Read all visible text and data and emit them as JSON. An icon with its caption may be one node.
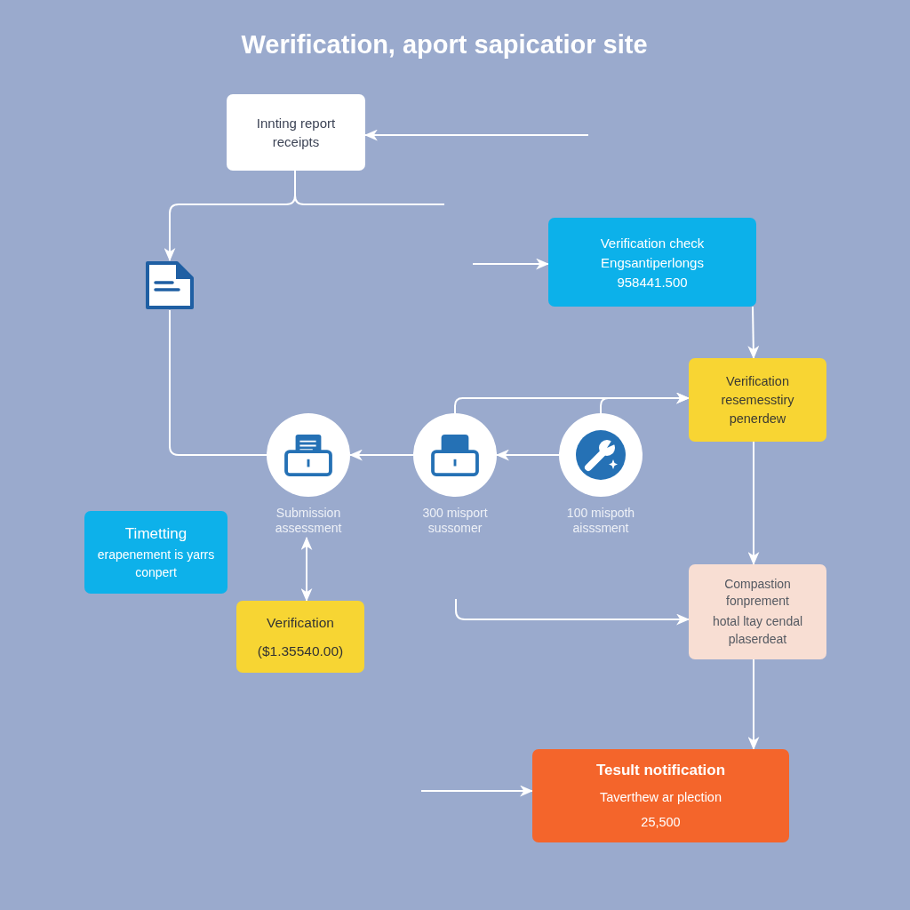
{
  "diagram": {
    "title": "Werification, aport sapicatior site",
    "nodes": [
      {
        "text": [
          "Innting report receipts"
        ]
      },
      {
        "text": [],
        "shape": "picture"
      },
      {
        "text": [
          "Verification check",
          "Engsantiperlongs",
          "958441.500"
        ]
      },
      {
        "text": [
          "Verification",
          "resemesstiry penerdew"
        ]
      },
      {
        "text": [],
        "shape": "circle",
        "beside": [
          "Submission assessment"
        ]
      },
      {
        "text": [],
        "shape": "circle",
        "beside": [
          "300 misport sussomer"
        ]
      },
      {
        "text": [],
        "shape": "circle",
        "beside": [
          "100 mispoth aisssment"
        ]
      },
      {
        "text": [
          "Timetting",
          "erapenement is yarrs conpert"
        ]
      },
      {
        "text": [
          "Verification",
          "($1.35540.00)"
        ]
      },
      {
        "text": [
          "Compastion fonprement",
          "hotal ltay cendal plaserdeat"
        ]
      },
      {
        "text": [
          "Tesult notification",
          "Taverthew ar plection",
          "25,500"
        ]
      }
    ],
    "edges": [
      {
        "from": null,
        "to": 0,
        "arrow": "to"
      },
      {
        "from": 0,
        "to": 1,
        "arrow": "to"
      },
      {
        "from": 0,
        "to": null,
        "arrow": "none"
      },
      {
        "from": 1,
        "to": 4,
        "arrow": "none"
      },
      {
        "from": null,
        "to": 2,
        "arrow": "to"
      },
      {
        "from": 2,
        "to": 3,
        "arrow": "to"
      },
      {
        "from": 5,
        "to": 4,
        "arrow": "to"
      },
      {
        "from": 6,
        "to": 5,
        "arrow": "to"
      },
      {
        "from": 5,
        "to": 3,
        "arrow": "to"
      },
      {
        "from": 6,
        "to": 3,
        "arrow": "to"
      },
      {
        "from": 3,
        "to": 9,
        "arrow": "to"
      },
      {
        "from": 4,
        "to": 8,
        "arrow": "both"
      },
      {
        "from": null,
        "to": 9,
        "arrow": "to"
      },
      {
        "from": 9,
        "to": 10,
        "arrow": "to"
      },
      {
        "from": null,
        "to": 10,
        "arrow": "to"
      }
    ]
  }
}
